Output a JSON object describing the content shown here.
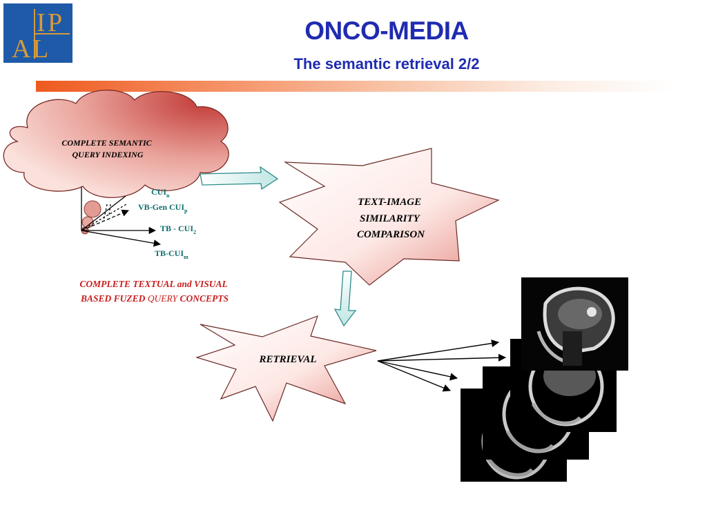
{
  "header": {
    "title": "ONCO-MEDIA",
    "subtitle": "The semantic retrieval 2/2"
  },
  "logo": {
    "letters": [
      "I",
      "P",
      "A",
      "L"
    ],
    "bg_color": "#1f5aa8",
    "letter_color": "#d89a38"
  },
  "diagram": {
    "cloud_label_line1": "COMPLETE SEMANTIC",
    "cloud_label_line2": "QUERY INDEXING",
    "concepts": [
      {
        "main": "CUI",
        "sub": "n"
      },
      {
        "main": "VB-Gen CUI",
        "sub": "p"
      },
      {
        "main": "TB - CUI",
        "sub": "2"
      },
      {
        "main": "TB-CUI",
        "sub": "m"
      }
    ],
    "fused_label_line1": "COMPLETE TEXTUAL and VISUAL",
    "fused_label_line2_a": "BASED FUZED ",
    "fused_label_line2_b": "QUERY",
    "fused_label_line2_c": " CONCEPTS",
    "comparison_line1": "TEXT-IMAGE",
    "comparison_line2": "SIMILARITY",
    "comparison_line3": "COMPARISON",
    "retrieval_label": "RETRIEVAL"
  },
  "colors": {
    "title": "#1f2bb0",
    "concept_text": "#0e6d6b",
    "fused_text": "#c81e1e",
    "shape_fill_dark": "#c44a44",
    "shape_fill_light": "#fde6e2"
  }
}
